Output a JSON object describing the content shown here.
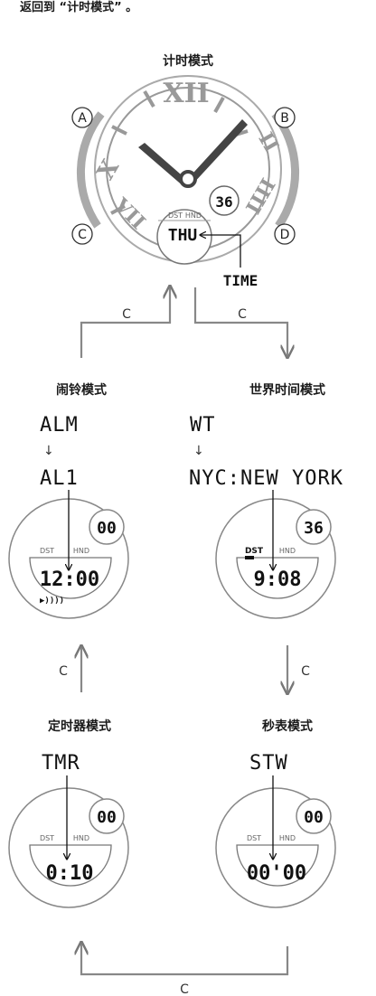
{
  "top_caption": "返回到 “计时模式” 。",
  "main": {
    "title": "计时模式",
    "buttons": [
      "A",
      "B",
      "C",
      "D"
    ],
    "date_sub": "36",
    "dst_hnd": [
      "DST",
      "HND"
    ],
    "day_label": "THU",
    "callout": "TIME"
  },
  "flow_labels": {
    "left_up": "C",
    "right_down": "C",
    "mid_right_down": "C",
    "mid_left_up": "C",
    "bottom": "C"
  },
  "alarm": {
    "title": "闹铃模式",
    "line1": "ALM",
    "line2": "AL1",
    "sub": "00",
    "dst": "DST",
    "hnd": "HND",
    "time": "12:00",
    "signal": "▶))))"
  },
  "world": {
    "title": "世界时间模式",
    "line1": "WT",
    "line2": "NYC:NEW YORK",
    "sub": "36",
    "dst": "DST",
    "hnd": "HND",
    "time": "9:08"
  },
  "timer": {
    "title": "定时器模式",
    "line1": "TMR",
    "sub": "00",
    "dst": "DST",
    "hnd": "HND",
    "time": "0:10"
  },
  "stopwatch": {
    "title": "秒表模式",
    "line1": "STW",
    "sub": "00",
    "dst": "DST",
    "hnd": "HND",
    "time": "00'00"
  }
}
